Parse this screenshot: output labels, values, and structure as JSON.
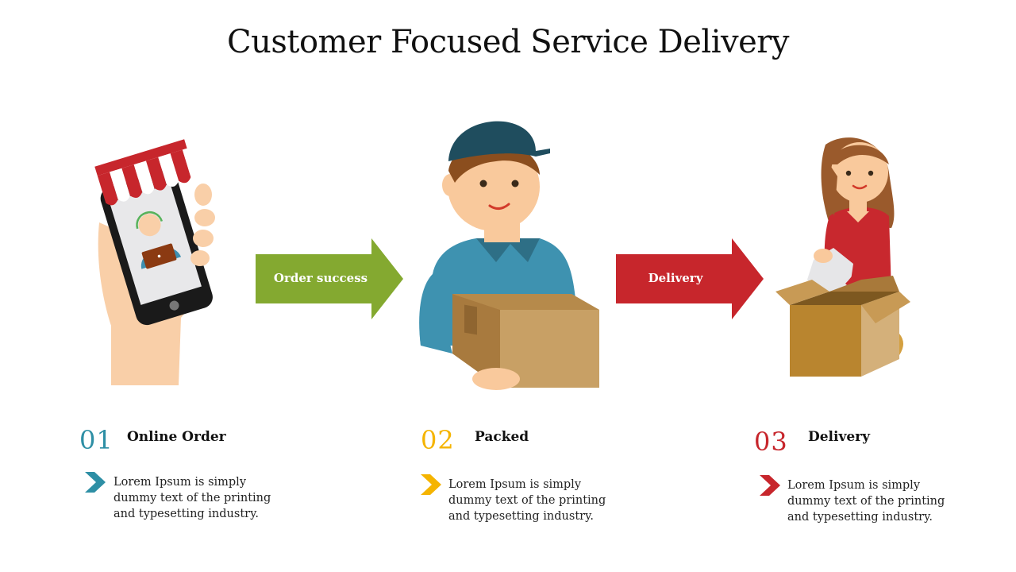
{
  "title": "Customer Focused Service Delivery",
  "arrows": [
    {
      "label": "Order success",
      "color": "#84a930"
    },
    {
      "label": "Delivery",
      "color": "#c7262c"
    }
  ],
  "steps": [
    {
      "number": "01",
      "title": "Online Order",
      "description": "Lorem Ipsum is simply dummy text of the printing and typesetting industry.",
      "color": "#2e8fa5"
    },
    {
      "number": "02",
      "title": "Packed",
      "description": "Lorem Ipsum is simply dummy text of the printing and typesetting industry.",
      "color": "#f5b400"
    },
    {
      "number": "03",
      "title": "Delivery",
      "description": "Lorem Ipsum is simply dummy text of the printing and typesetting industry.",
      "color": "#c7262c"
    }
  ],
  "illustrations": [
    {
      "icon": "phone-shop-icon"
    },
    {
      "icon": "delivery-man-icon"
    },
    {
      "icon": "woman-unboxing-icon"
    }
  ]
}
